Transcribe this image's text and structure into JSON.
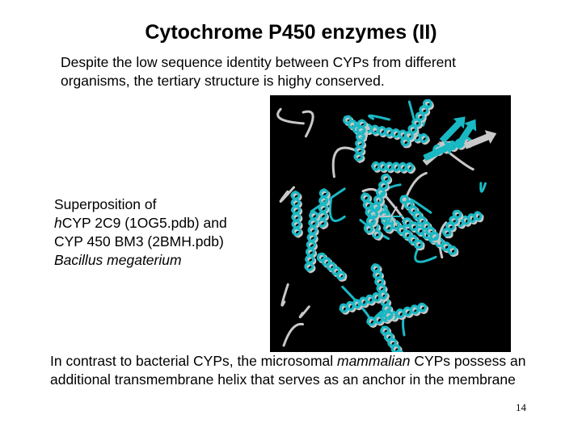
{
  "slide": {
    "title": "Cytochrome P450 enzymes (II)",
    "intro": "Despite the low sequence identity between CYPs from different organisms, the tertiary structure is highy conserved.",
    "caption": {
      "line1": "Superposition of",
      "line2_prefix": "h",
      "line2_rest": "CYP 2C9 (1OG5.pdb) and",
      "line3": "CYP 450 BM3 (2BMH.pdb)",
      "line4": "Bacillus megaterium"
    },
    "outro_before": "In contrast to bacterial CYPs, the microsomal ",
    "outro_italic": "mammalian",
    "outro_after": " CYPs possess an additional transmembrane helix that serves as an anchor in the membrane",
    "page_number": "14"
  },
  "figure": {
    "background": "#000000",
    "colors": {
      "cyp2c9": "#19b9c4",
      "bm3": "#c8c8c8"
    }
  }
}
